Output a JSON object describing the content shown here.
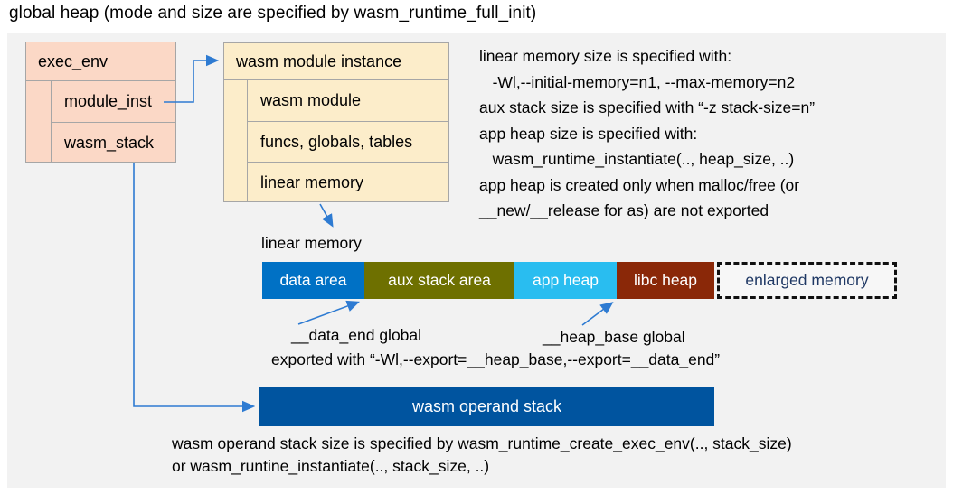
{
  "title": "global heap (mode and size are specified by wasm_runtime_full_init)",
  "exec_env": {
    "header": "exec_env",
    "rows": [
      "module_inst",
      "wasm_stack"
    ],
    "fill_color": "#fbd8c6"
  },
  "module_instance": {
    "header": "wasm module instance",
    "rows": [
      "wasm module",
      "funcs, globals, tables",
      "linear memory"
    ],
    "fill_color": "#fcedca"
  },
  "notes_right": {
    "lines": [
      "linear memory size is specified with:",
      "   -Wl,--initial-memory=n1, --max-memory=n2",
      "aux stack size is specified with “-z stack-size=n”",
      "app heap size is specified with:",
      "   wasm_runtime_instantiate(.., heap_size, ..)",
      "app heap is created only when malloc/free (or",
      "__new/__release for as) are not exported"
    ]
  },
  "linear_memory": {
    "label": "linear memory",
    "segments": [
      {
        "label": "data area",
        "color": "#0071c5"
      },
      {
        "label": "aux stack area",
        "color": "#6e7000"
      },
      {
        "label": "app heap",
        "color": "#29bdf0"
      },
      {
        "label": "libc heap",
        "color": "#8a2808"
      }
    ],
    "enlarged": {
      "label": "enlarged memory",
      "text_color": "#1f3864"
    }
  },
  "globals_notes": {
    "data_end": "__data_end global",
    "heap_base": "__heap_base global",
    "exported": "exported with “-Wl,--export=__heap_base,--export=__data_end”"
  },
  "operand_stack": {
    "label": "wasm operand stack",
    "color": "#00549f",
    "note_lines": [
      "wasm operand stack size is specified by wasm_runtime_create_exec_env(.., stack_size)",
      "or wasm_runtine_instantiate(.., stack_size, ..)"
    ]
  },
  "arrow_color": "#2e7bd2",
  "panel_color": "#f2f2f2"
}
